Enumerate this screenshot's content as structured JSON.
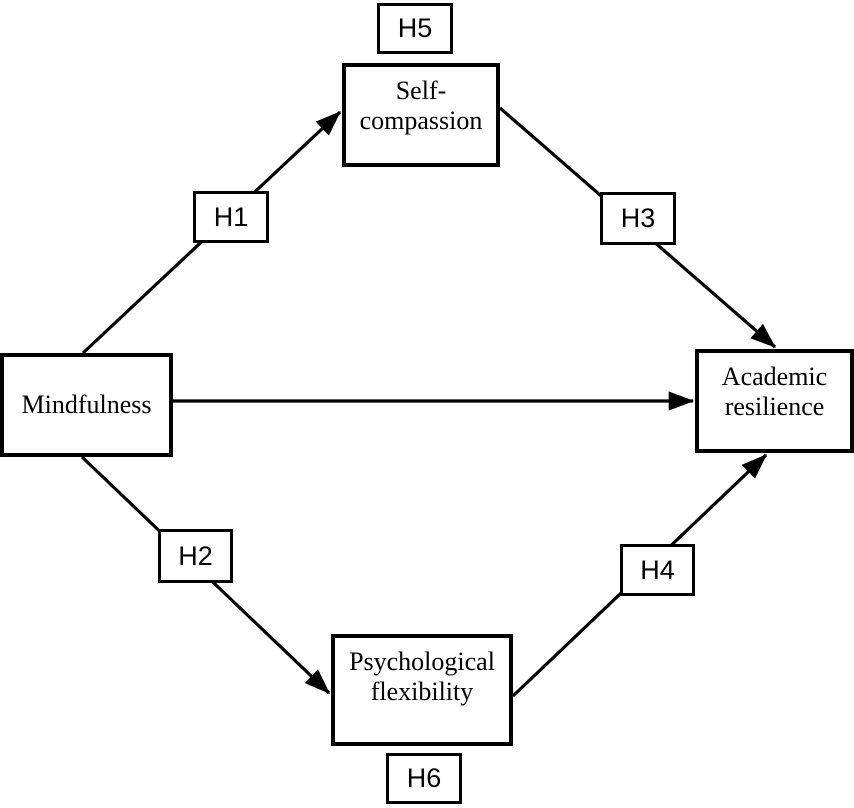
{
  "figure": {
    "background_color": "#ffffff",
    "line_color": "#000000",
    "nodes": {
      "mindfulness": {
        "label": "Mindfulness"
      },
      "self_compassion": {
        "line1": "Self-",
        "line2": "compassion"
      },
      "psychological_flexibility": {
        "line1": "Psychological",
        "line2": "flexibility"
      },
      "academic_resilience": {
        "line1": "Academic",
        "line2": "resilience"
      }
    },
    "hypothesis_labels": {
      "h1": "H1",
      "h2": "H2",
      "h3": "H3",
      "h4": "H4",
      "h5": "H5",
      "h6": "H6"
    }
  }
}
